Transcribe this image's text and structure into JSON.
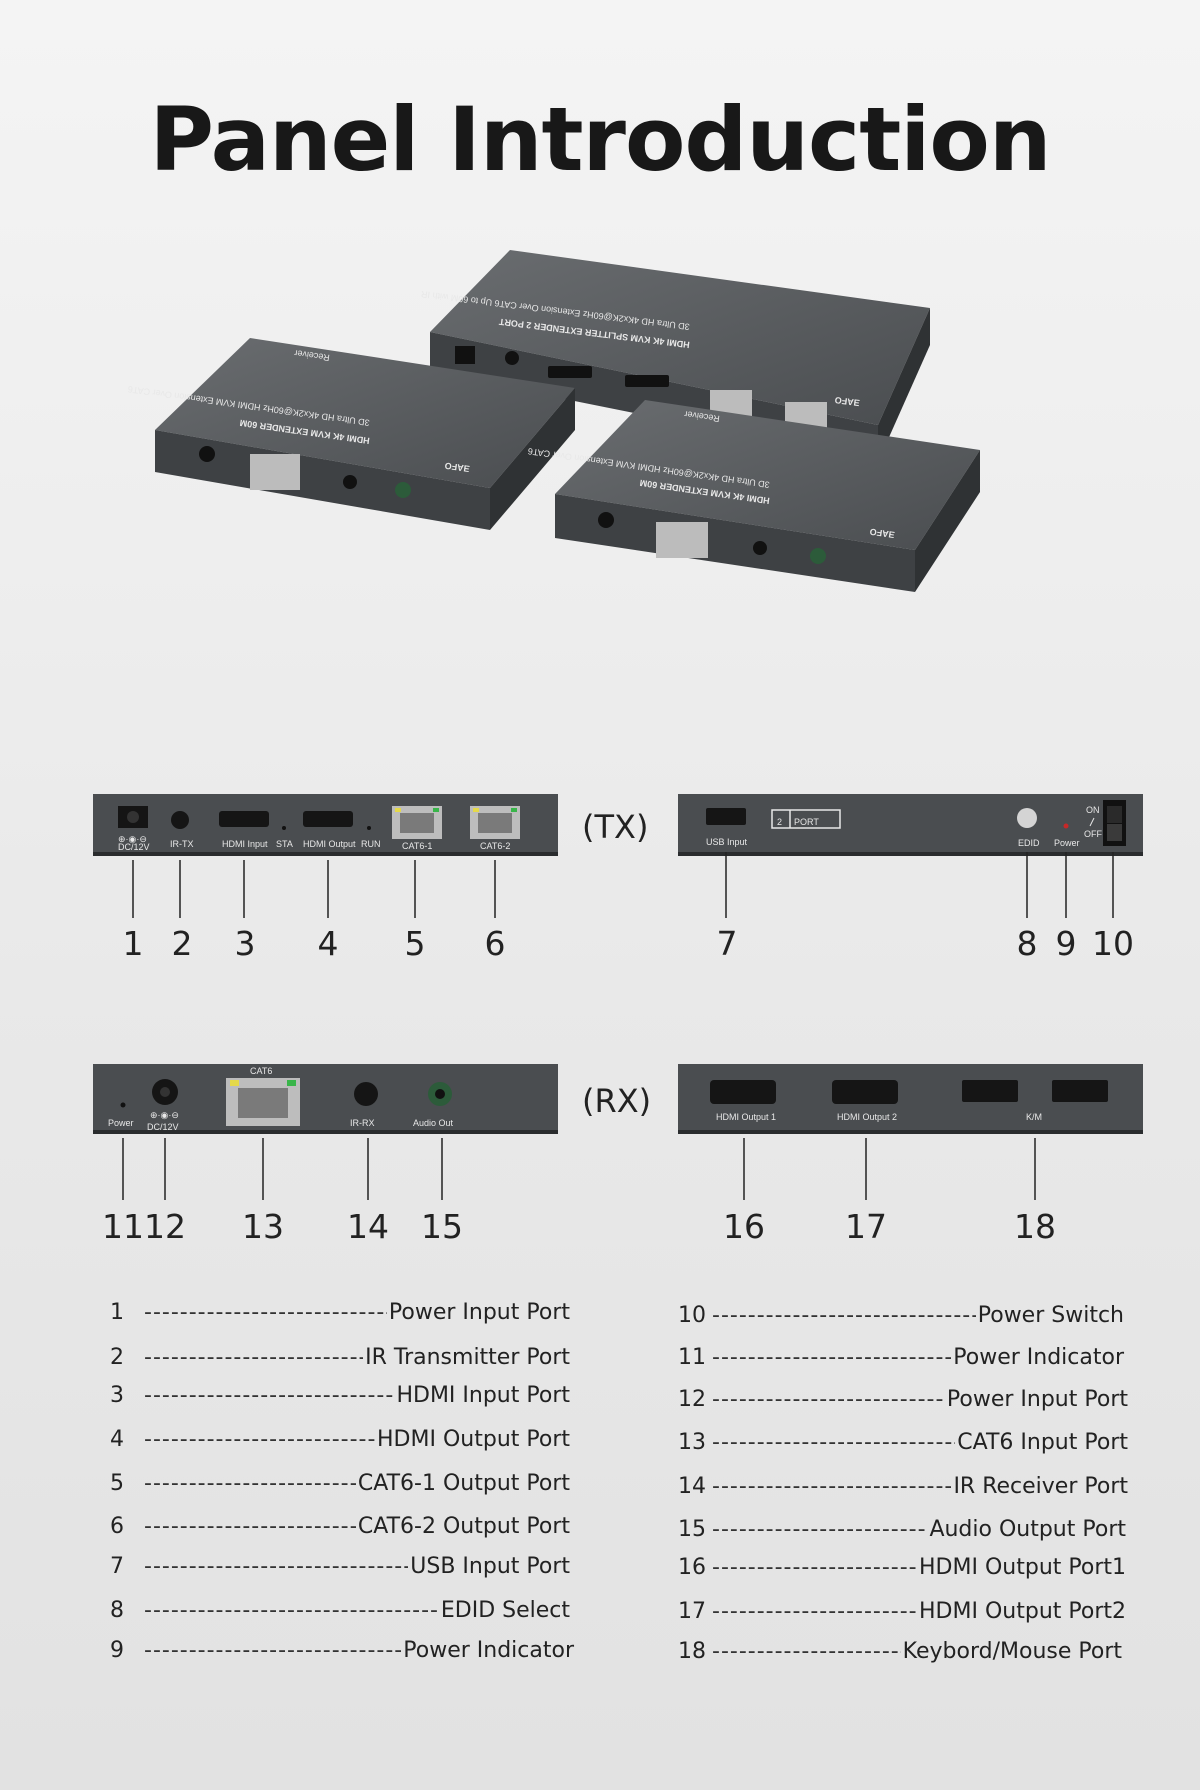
{
  "title": "Panel Introduction",
  "product_print": {
    "tx_brand": "ƎAFO",
    "tx_model": "HDMI 4K KVM SPLITTER EXTENDER 2 PORT",
    "tx_sub": "3D Ultra HD 4Kx2K@60Hz Extension Over CAT6 Up to 60M with IR",
    "rx_model": "HDMI 4K KVM EXTENDER 60M",
    "rx_sub": "3D Ultra HD 4Kx2K@60Hz HDMI KVM Extension Over CAT6",
    "rx_receiver": "Receiver"
  },
  "tags": {
    "tx": "(TX)",
    "rx": "(RX)"
  },
  "tx_front_labels": {
    "dc": "DC/12V",
    "irtx": "IR-TX",
    "hdmi_in": "HDMI Input",
    "sta": "STA",
    "hdmi_out": "HDMI Output",
    "run": "RUN",
    "cat1": "CAT6-1",
    "cat2": "CAT6-2"
  },
  "tx_back_labels": {
    "usb": "USB Input",
    "port_num": "2",
    "port_word": "PORT",
    "edid": "EDID",
    "power": "Power",
    "on": "ON",
    "off": "OFF"
  },
  "rx_front_labels": {
    "power": "Power",
    "dc": "DC/12V",
    "cat6": "CAT6",
    "irrx": "IR-RX",
    "audio": "Audio Out"
  },
  "rx_back_labels": {
    "hdmi1": "HDMI Output 1",
    "hdmi2": "HDMI Output 2",
    "km": "K/M"
  },
  "callouts": [
    "1",
    "2",
    "3",
    "4",
    "5",
    "6",
    "7",
    "8",
    "9",
    "10",
    "11",
    "12",
    "13",
    "14",
    "15",
    "16",
    "17",
    "18"
  ],
  "legend_left": [
    {
      "num": "1",
      "text": "Power Input Port"
    },
    {
      "num": "2",
      "text": "IR Transmitter Port"
    },
    {
      "num": "3",
      "text": "HDMI Input Port"
    },
    {
      "num": "4",
      "text": "HDMI Output Port"
    },
    {
      "num": "5",
      "text": "CAT6-1 Output Port"
    },
    {
      "num": "6",
      "text": "CAT6-2 Output Port"
    },
    {
      "num": "7",
      "text": "USB Input Port"
    },
    {
      "num": "8",
      "text": "EDID Select"
    },
    {
      "num": "9",
      "text": "Power Indicator"
    }
  ],
  "legend_right": [
    {
      "num": "10",
      "text": "Power Switch"
    },
    {
      "num": "11",
      "text": "Power Indicator"
    },
    {
      "num": "12",
      "text": "Power Input Port"
    },
    {
      "num": "13",
      "text": "CAT6 Input Port"
    },
    {
      "num": "14",
      "text": "IR Receiver Port"
    },
    {
      "num": "15",
      "text": "Audio Output Port"
    },
    {
      "num": "16",
      "text": "HDMI Output Port1"
    },
    {
      "num": "17",
      "text": "HDMI Output Port2"
    },
    {
      "num": "18",
      "text": "Keybord/Mouse Port"
    }
  ]
}
